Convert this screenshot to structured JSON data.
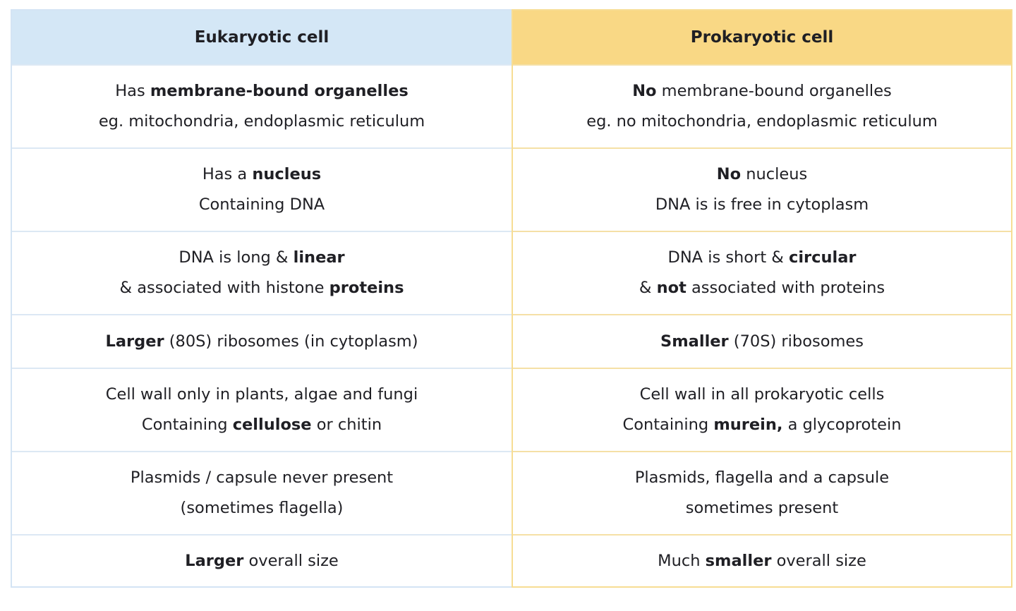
{
  "table": {
    "columns": [
      {
        "header": "Eukaryotic cell",
        "rows": [
          {
            "l1": [
              "Has ",
              "membrane-bound organelles"
            ],
            "l2": [
              "eg. mitochondria, endoplasmic reticulum"
            ]
          },
          {
            "l1": [
              "Has a ",
              "nucleus"
            ],
            "l2": [
              "Containing DNA"
            ]
          },
          {
            "l1": [
              "DNA is long & ",
              "linear"
            ],
            "l2": [
              "& associated with histone ",
              "proteins"
            ]
          },
          {
            "l1": [
              "Larger",
              " (80S) ribosomes (in cytoplasm)"
            ]
          },
          {
            "l1": [
              "Cell wall only in plants, algae and fungi"
            ],
            "l2": [
              "Containing ",
              "cellulose",
              " or chitin"
            ]
          },
          {
            "l1": [
              "Plasmids / capsule never present"
            ],
            "l2": [
              "(sometimes flagella)"
            ]
          },
          {
            "l1": [
              "Larger",
              " overall size"
            ]
          }
        ]
      },
      {
        "header": "Prokaryotic cell",
        "rows": [
          {
            "l1": [
              "No",
              " membrane-bound organelles"
            ],
            "l2": [
              "eg. no mitochondria, endoplasmic reticulum"
            ]
          },
          {
            "l1": [
              "No",
              " nucleus"
            ],
            "l2": [
              "DNA is is free in cytoplasm"
            ]
          },
          {
            "l1": [
              "DNA is short & ",
              "circular"
            ],
            "l2": [
              "& ",
              "not",
              " associated with proteins"
            ]
          },
          {
            "l1": [
              "Smaller",
              " (70S) ribosomes"
            ]
          },
          {
            "l1": [
              "Cell wall in all prokaryotic cells"
            ],
            "l2": [
              "Containing ",
              "murein,",
              " a glycoprotein"
            ]
          },
          {
            "l1": [
              "Plasmids, flagella and a capsule"
            ],
            "l2": [
              "sometimes present"
            ]
          },
          {
            "l1": [
              "Much ",
              "smaller",
              " overall size"
            ]
          }
        ]
      }
    ]
  }
}
